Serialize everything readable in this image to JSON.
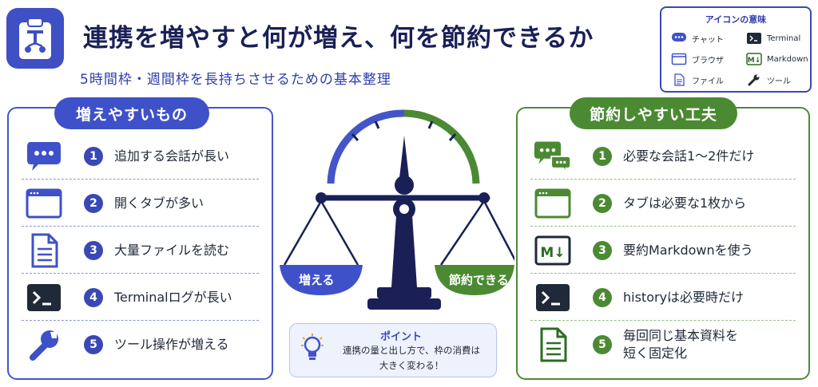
{
  "header": {
    "title": "連携を増やすと何が増え、何を節約できるか",
    "subtitle": "5時間枠・週間枠を長持ちさせるための基本整理"
  },
  "legend": {
    "title": "アイコンの意味",
    "items": [
      {
        "icon": "chat-icon",
        "label": "チャット"
      },
      {
        "icon": "terminal-icon",
        "label": "Terminal"
      },
      {
        "icon": "browser-icon",
        "label": "ブラウザ"
      },
      {
        "icon": "markdown-icon",
        "label": "Markdown"
      },
      {
        "icon": "file-icon",
        "label": "ファイル"
      },
      {
        "icon": "wrench-icon",
        "label": "ツール"
      }
    ]
  },
  "left_panel": {
    "title": "増えやすいもの",
    "items": [
      {
        "num": "1",
        "icon": "chat-icon",
        "label": "追加する会話が長い"
      },
      {
        "num": "2",
        "icon": "browser-icon",
        "label": "開くタブが多い"
      },
      {
        "num": "3",
        "icon": "file-icon",
        "label": "大量ファイルを読む"
      },
      {
        "num": "4",
        "icon": "terminal-icon",
        "label": "Terminalログが長い"
      },
      {
        "num": "5",
        "icon": "wrench-icon",
        "label": "ツール操作が増える"
      }
    ]
  },
  "right_panel": {
    "title": "節約しやすい工夫",
    "items": [
      {
        "num": "1",
        "icon": "chat-icon",
        "label": "必要な会話1〜2件だけ"
      },
      {
        "num": "2",
        "icon": "browser-icon",
        "label": "タブは必要な1枚から"
      },
      {
        "num": "3",
        "icon": "markdown-icon",
        "label": "要約Markdownを使う"
      },
      {
        "num": "4",
        "icon": "terminal-icon",
        "label": "historyは必要時だけ"
      },
      {
        "num": "5",
        "icon": "file-icon",
        "label_line1": "毎回同じ基本資料を",
        "label_line2": "短く固定化"
      }
    ]
  },
  "scale": {
    "left_pan": "増える",
    "right_pan": "節約できる"
  },
  "point": {
    "title": "ポイント",
    "text_line1": "連携の量と出し方で、枠の消費は",
    "text_line2": "大きく変わる！"
  },
  "colors": {
    "blue": "#3f51c8",
    "green": "#4b8a33",
    "navy": "#1a2056"
  }
}
